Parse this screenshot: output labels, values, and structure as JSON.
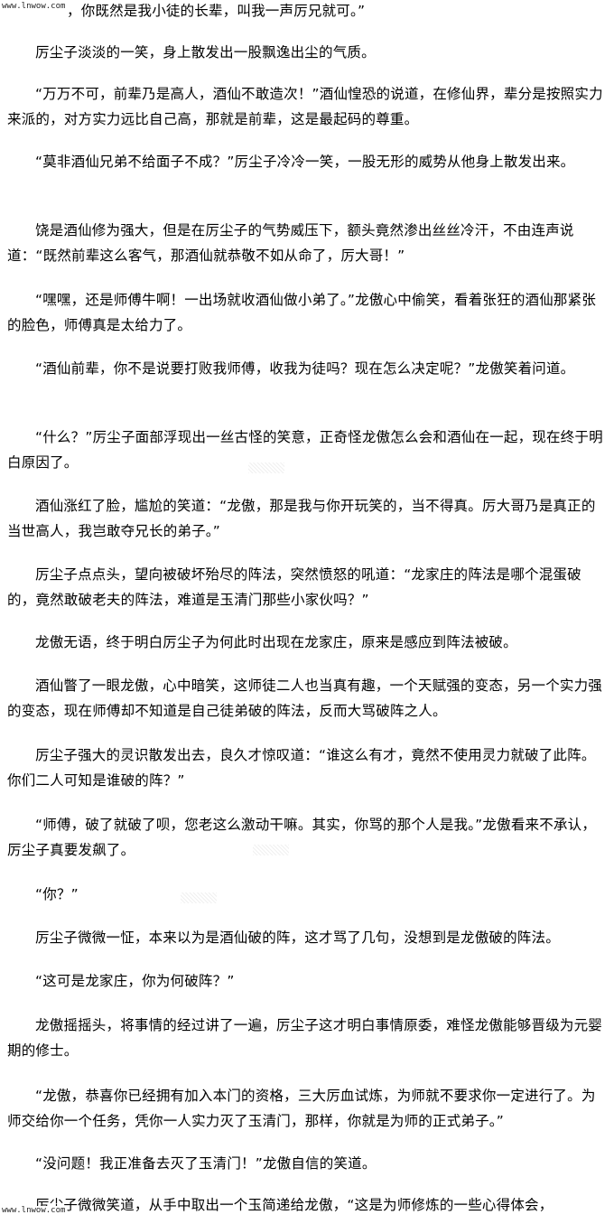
{
  "watermark": {
    "top": "www.lnwow.com",
    "bottom": "www.lnwow.com"
  },
  "paragraphs": [
    "，你既然是我小徒的长辈，叫我一声厉兄就可。”",
    "厉尘子淡淡的一笑，身上散发出一股飘逸出尘的气质。",
    "“万万不可，前辈乃是高人，酒仙不敢造次！”酒仙惶恐的说道，在修仙界，辈分是按照实力来派的，对方实力远比自己高，那就是前辈，这是最起码的尊重。",
    "“莫非酒仙兄弟不给面子不成？”厉尘子冷冷一笑，一股无形的威势从他身上散发出来。",
    "饶是酒仙修为强大，但是在厉尘子的气势威压下，额头竟然渗出丝丝冷汗，不由连声说道：“既然前辈这么客气，那酒仙就恭敬不如从命了，厉大哥！”",
    "“嘿嘿，还是师傅牛啊！一出场就收酒仙做小弟了。”龙傲心中偷笑，看着张狂的酒仙那紧张的脸色，师傅真是太给力了。",
    "“酒仙前辈，你不是说要打败我师傅，收我为徒吗？现在怎么决定呢？”龙傲笑着问道。",
    "“什么？”厉尘子面部浮现出一丝古怪的笑意，正奇怪龙傲怎么会和酒仙在一起，现在终于明白原因了。",
    "酒仙涨红了脸，尴尬的笑道：“龙傲，那是我与你开玩笑的，当不得真。厉大哥乃是真正的当世高人，我岂敢夺兄长的弟子。”",
    "厉尘子点点头，望向被破坏殆尽的阵法，突然愤怒的吼道：“龙家庄的阵法是哪个混蛋破的，竟然敢破老夫的阵法，难道是玉清门那些小家伙吗？”",
    "龙傲无语，终于明白厉尘子为何此时出现在龙家庄，原来是感应到阵法被破。",
    "酒仙瞥了一眼龙傲，心中暗笑，这师徒二人也当真有趣，一个天赋强的变态，另一个实力强的变态，现在师傅却不知道是自己徒弟破的阵法，反而大骂破阵之人。",
    "厉尘子强大的灵识散发出去，良久才惊叹道：“谁这么有才，竟然不使用灵力就破了此阵。你们二人可知是谁破的阵？”",
    "“师傅，破了就破了呗，您老这么激动干嘛。其实，你骂的那个人是我。”龙傲看来不承认，厉尘子真要发飙了。",
    "“你？”",
    "厉尘子微微一怔，本来以为是酒仙破的阵，这才骂了几句，没想到是龙傲破的阵法。",
    "“这可是龙家庄，你为何破阵？”",
    "龙傲摇摇头，将事情的经过讲了一遍，厉尘子这才明白事情原委，难怪龙傲能够晋级为元婴期的修士。",
    "“龙傲，恭喜你已经拥有加入本门的资格，三大厉血试炼，为师就不要求你一定进行了。为师交给你一个任务，凭你一人实力灭了玉清门，那样，你就是为师的正式弟子。”",
    "“没问题！我正准备去灭了玉清门！”龙傲自信的笑道。",
    "厉尘子微微笑道，从手中取出一个玉简递给龙傲，“这是为师修炼的一些心得体会，"
  ]
}
